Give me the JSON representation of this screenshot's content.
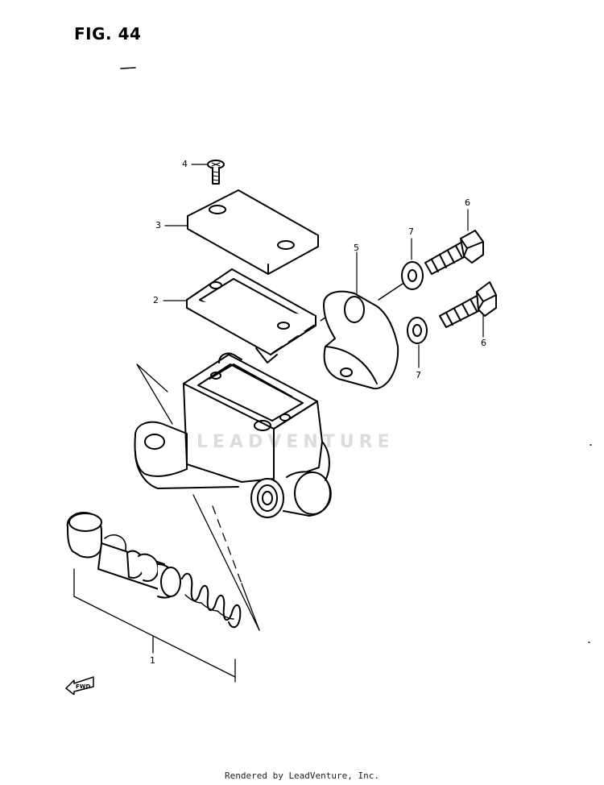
{
  "figure": {
    "title": "FIG. 44"
  },
  "callouts": [
    {
      "number": "1"
    },
    {
      "number": "2"
    },
    {
      "number": "3"
    },
    {
      "number": "4"
    },
    {
      "number": "5"
    },
    {
      "number": "6"
    },
    {
      "number": "6"
    },
    {
      "number": "7"
    },
    {
      "number": "7"
    }
  ],
  "direction_marker": {
    "text": "FWD",
    "icon": "fwd-arrow-icon"
  },
  "watermark": {
    "text": "LEADVENTURE"
  },
  "footer": {
    "text": "Rendered by LeadVenture, Inc."
  }
}
